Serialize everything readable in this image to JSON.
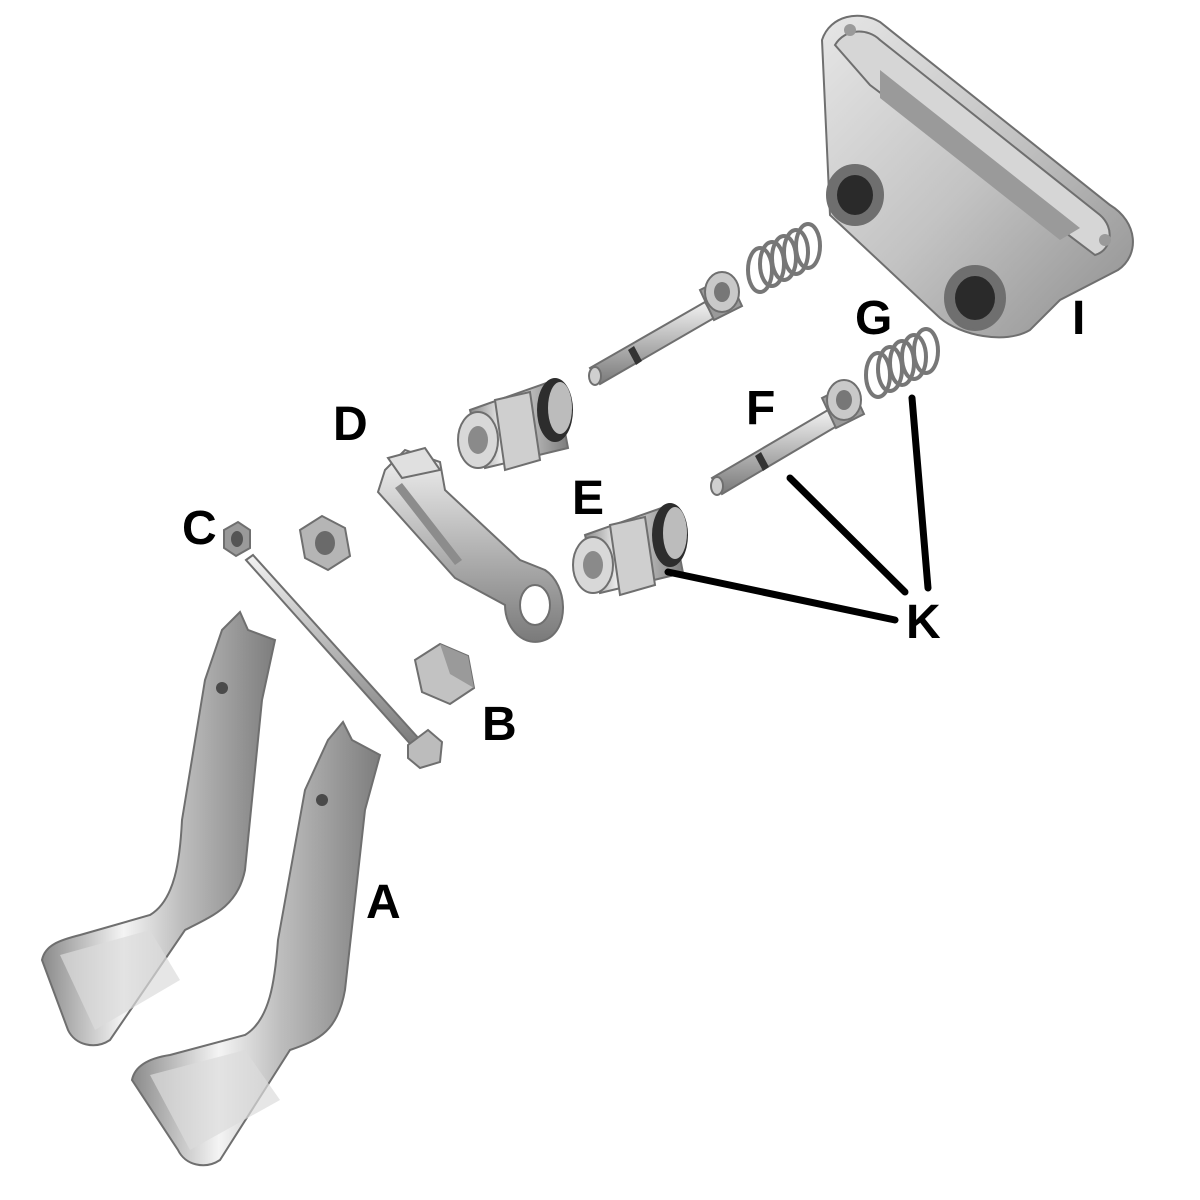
{
  "labels": {
    "A": "A",
    "B": "B",
    "C": "C",
    "D": "D",
    "E": "E",
    "F": "F",
    "G": "G",
    "I": "I",
    "K": "K"
  },
  "colors": {
    "background": "#ffffff",
    "label": "#000000",
    "metal_light": "#e9e9e9",
    "metal_mid": "#b8b8b8",
    "metal_dark": "#6f6f6f"
  }
}
